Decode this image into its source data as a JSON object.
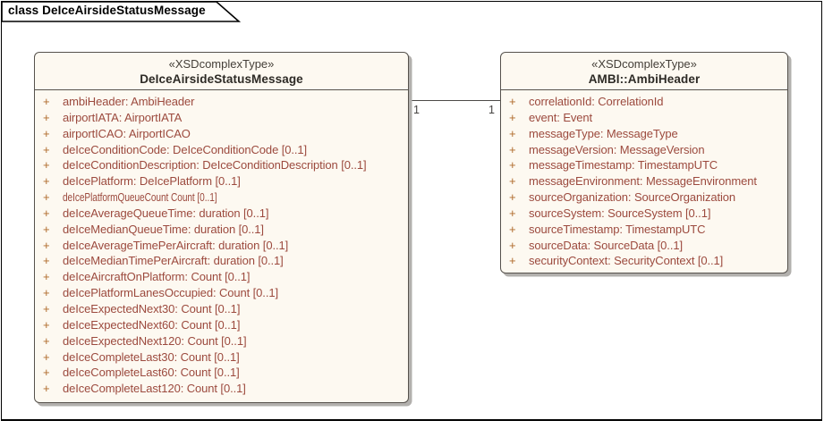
{
  "frame": {
    "label": "class DeIceAirsideStatusMessage"
  },
  "classes": [
    {
      "stereotype": "«XSDcomplexType»",
      "name": "DeIceAirsideStatusMessage",
      "attributes": [
        {
          "vis": "+",
          "text": "ambiHeader: AmbiHeader"
        },
        {
          "vis": "+",
          "text": "airportIATA: AirportIATA"
        },
        {
          "vis": "+",
          "text": "airportICAO: AirportICAO"
        },
        {
          "vis": "+",
          "text": "deIceConditionCode: DeIceConditionCode [0..1]"
        },
        {
          "vis": "+",
          "text": "deIceConditionDescription: DeIceConditionDescription [0..1]"
        },
        {
          "vis": "+",
          "text": "deIcePlatform: DeIcePlatform [0..1]"
        },
        {
          "vis": "+",
          "text": "deIcePlatformQueueCount Count [0..1]",
          "condensed": true
        },
        {
          "vis": "+",
          "text": "deIceAverageQueueTime: duration [0..1]"
        },
        {
          "vis": "+",
          "text": "deIceMedianQueueTime: duration [0..1]"
        },
        {
          "vis": "+",
          "text": "deIceAverageTimePerAircraft: duration [0..1]"
        },
        {
          "vis": "+",
          "text": "deIceMedianTimePerAircraft: duration [0..1]"
        },
        {
          "vis": "+",
          "text": "deIceAircraftOnPlatform: Count [0..1]"
        },
        {
          "vis": "+",
          "text": "deIcePlatformLanesOccupied: Count [0..1]"
        },
        {
          "vis": "+",
          "text": "deIceExpectedNext30: Count [0..1]"
        },
        {
          "vis": "+",
          "text": "deIceExpectedNext60: Count [0..1]"
        },
        {
          "vis": "+",
          "text": "deIceExpectedNext120: Count [0..1]"
        },
        {
          "vis": "+",
          "text": "deIceCompleteLast30: Count [0..1]"
        },
        {
          "vis": "+",
          "text": "deIceCompleteLast60: Count [0..1]"
        },
        {
          "vis": "+",
          "text": "deIceCompleteLast120: Count [0..1]"
        }
      ]
    },
    {
      "stereotype": "«XSDcomplexType»",
      "name": "AMBI::AmbiHeader",
      "attributes": [
        {
          "vis": "+",
          "text": "correlationId: CorrelationId"
        },
        {
          "vis": "+",
          "text": "event: Event"
        },
        {
          "vis": "+",
          "text": "messageType: MessageType"
        },
        {
          "vis": "+",
          "text": "messageVersion: MessageVersion"
        },
        {
          "vis": "+",
          "text": "messageTimestamp: TimestampUTC"
        },
        {
          "vis": "+",
          "text": "messageEnvironment: MessageEnvironment"
        },
        {
          "vis": "+",
          "text": "sourceOrganization: SourceOrganization"
        },
        {
          "vis": "+",
          "text": "sourceSystem: SourceSystem [0..1]"
        },
        {
          "vis": "+",
          "text": "sourceTimestamp: TimestampUTC"
        },
        {
          "vis": "+",
          "text": "sourceData: SourceData [0..1]"
        },
        {
          "vis": "+",
          "text": "securityContext: SecurityContext [0..1]"
        }
      ]
    }
  ],
  "connector": {
    "left_multiplicity": "1",
    "right_multiplicity": "1"
  },
  "colors": {
    "box_fill": "#fdf9f1",
    "box_border": "#56524d",
    "box_shadow": "#b2b0ad",
    "attribute_text": "#9c4a3e",
    "visibility_sign": "#b06b2c",
    "header_text": "#2d2a25",
    "frame_border": "#000000"
  }
}
